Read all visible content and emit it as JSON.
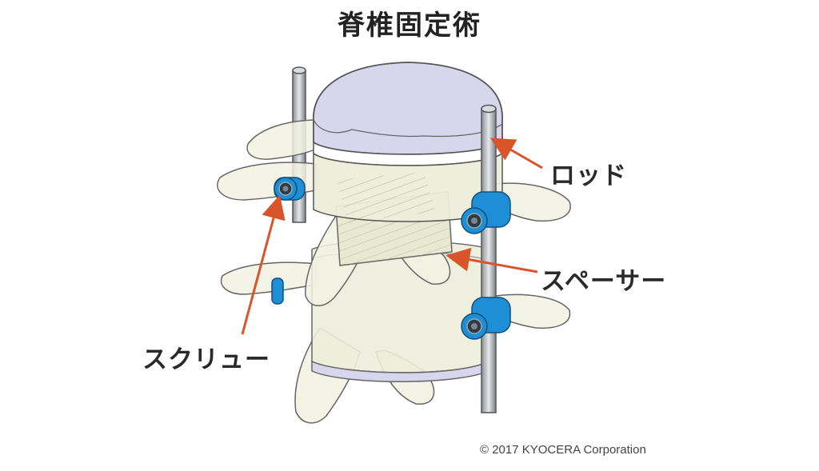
{
  "title": "脊椎固定術",
  "labels": {
    "rod": "ロッド",
    "spacer": "スペーサー",
    "screw": "スクリュー"
  },
  "copyright": "© 2017 KYOCERA Corporation",
  "colors": {
    "arrow": "#d9542b",
    "screw": "#1e8fd6",
    "disc": "#d8d6ec",
    "bone": "#f1f2e2",
    "outline": "#555555"
  }
}
